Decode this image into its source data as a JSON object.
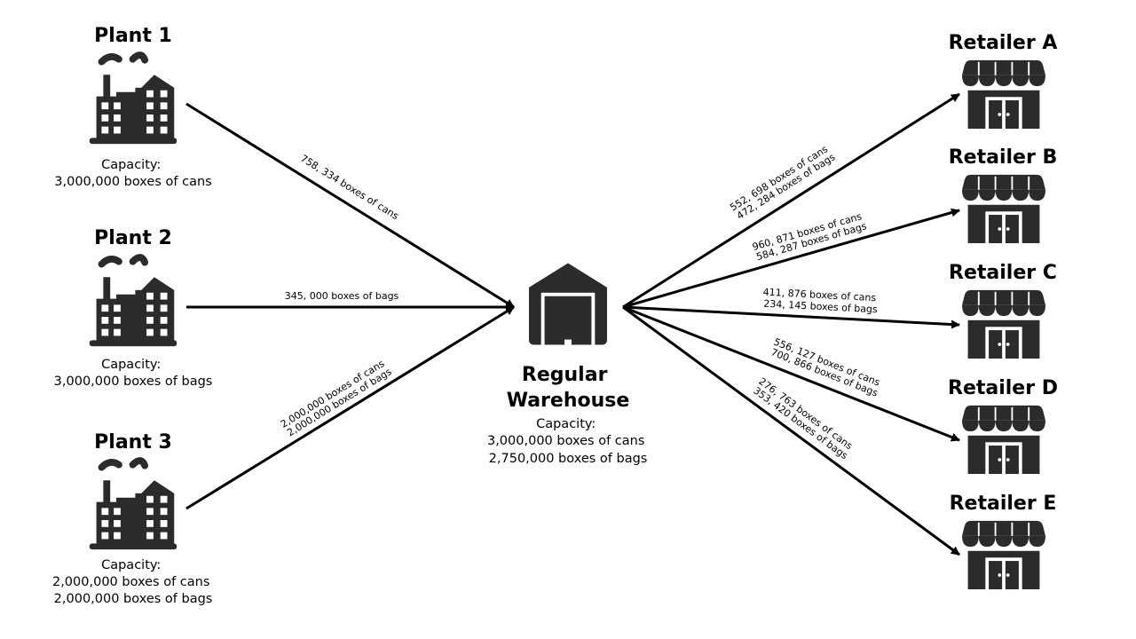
{
  "colors": {
    "ink": "#000000",
    "icon": "#2b2b2b",
    "background": "#ffffff"
  },
  "plants": [
    {
      "name": "Plant 1",
      "icon": "factory-icon",
      "capacity_label": "Capacity:",
      "capacity_lines": [
        "3,000,000 boxes of cans"
      ]
    },
    {
      "name": "Plant 2",
      "icon": "factory-icon",
      "capacity_label": "Capacity:",
      "capacity_lines": [
        "3,000,000 boxes of bags"
      ]
    },
    {
      "name": "Plant 3",
      "icon": "factory-icon",
      "capacity_label": "Capacity:",
      "capacity_lines": [
        "2,000,000 boxes of cans",
        "2,000,000 boxes of bags"
      ]
    }
  ],
  "warehouse": {
    "name_lines": [
      "Regular",
      "Warehouse"
    ],
    "icon": "warehouse-icon",
    "capacity_label": "Capacity:",
    "capacity_lines": [
      "3,000,000 boxes of cans",
      "2,750,000 boxes of bags"
    ]
  },
  "retailers": [
    {
      "name": "Retailer A",
      "icon": "store-icon"
    },
    {
      "name": "Retailer B",
      "icon": "store-icon"
    },
    {
      "name": "Retailer C",
      "icon": "store-icon"
    },
    {
      "name": "Retailer D",
      "icon": "store-icon"
    },
    {
      "name": "Retailer E",
      "icon": "store-icon"
    }
  ],
  "inbound_flows": [
    {
      "from": "Plant 1",
      "to": "Regular Warehouse",
      "lines": [
        "758, 334 boxes of cans"
      ]
    },
    {
      "from": "Plant 2",
      "to": "Regular Warehouse",
      "lines": [
        "345, 000 boxes of bags"
      ]
    },
    {
      "from": "Plant 3",
      "to": "Regular Warehouse",
      "lines": [
        "2,000,000 boxes of cans",
        "2,000,000 boxes of bags"
      ]
    }
  ],
  "outbound_flows": [
    {
      "from": "Regular Warehouse",
      "to": "Retailer A",
      "lines": [
        "552, 698 boxes of cans",
        "472, 284 boxes of bags"
      ]
    },
    {
      "from": "Regular Warehouse",
      "to": "Retailer B",
      "lines": [
        "960, 871 boxes of cans",
        "584, 287 boxes of bags"
      ]
    },
    {
      "from": "Regular Warehouse",
      "to": "Retailer C",
      "lines": [
        "411, 876 boxes of cans",
        "234, 145 boxes of bags"
      ]
    },
    {
      "from": "Regular Warehouse",
      "to": "Retailer D",
      "lines": [
        "556, 127 boxes of cans",
        "700, 866 boxes of bags"
      ]
    },
    {
      "from": "Regular Warehouse",
      "to": "Retailer E",
      "lines": [
        "276, 763 boxes of cans",
        "353, 420 boxes of bags"
      ]
    }
  ]
}
